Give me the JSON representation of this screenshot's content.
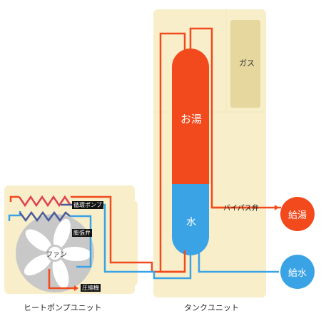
{
  "colors": {
    "unit_body": "#f8eec9",
    "gas_box": "#e5d79e",
    "hot": "#f24a1c",
    "cold": "#3aa3e6",
    "fan": "#c8c8c8",
    "label_box": "#111111"
  },
  "tank_unit": {
    "label": "タンクユニット",
    "gas_label": "ガス",
    "hot_water_label": "お湯",
    "water_label": "水",
    "bypass_valve_label": "バイパス弁"
  },
  "heat_pump_unit": {
    "label": "ヒートポンプユニット",
    "fan_label": "ファン",
    "circulation_pump_label": "循環ポンプ",
    "expansion_valve_label": "膨張弁",
    "compressor_label": "圧縮機"
  },
  "outputs": {
    "hot_water_supply": "給湯",
    "water_supply": "給水"
  }
}
